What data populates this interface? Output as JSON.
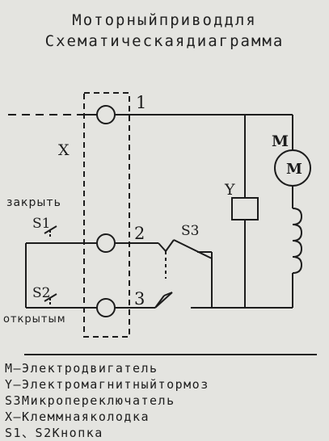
{
  "title": {
    "line1": "Моторныйприводдля",
    "line2": "Схематическаядиаграмма"
  },
  "diagram": {
    "terminal_block": "X",
    "terminal_1": "1",
    "terminal_2": "2",
    "terminal_3": "3",
    "motor_label": "M",
    "motor_symbol": "M",
    "brake_label": "Y",
    "microswitch_label": "S3",
    "button_close_label": "закрыть",
    "button_open_label": "открытым",
    "s1_label": "S1",
    "s2_label": "S2"
  },
  "legend": [
    "M–Электродвигатель",
    "Y–Электромагнитныйтормоз",
    "S3Микропереключатель",
    "X–Клеммнаяколодка",
    "S1、S2Кнопка"
  ]
}
